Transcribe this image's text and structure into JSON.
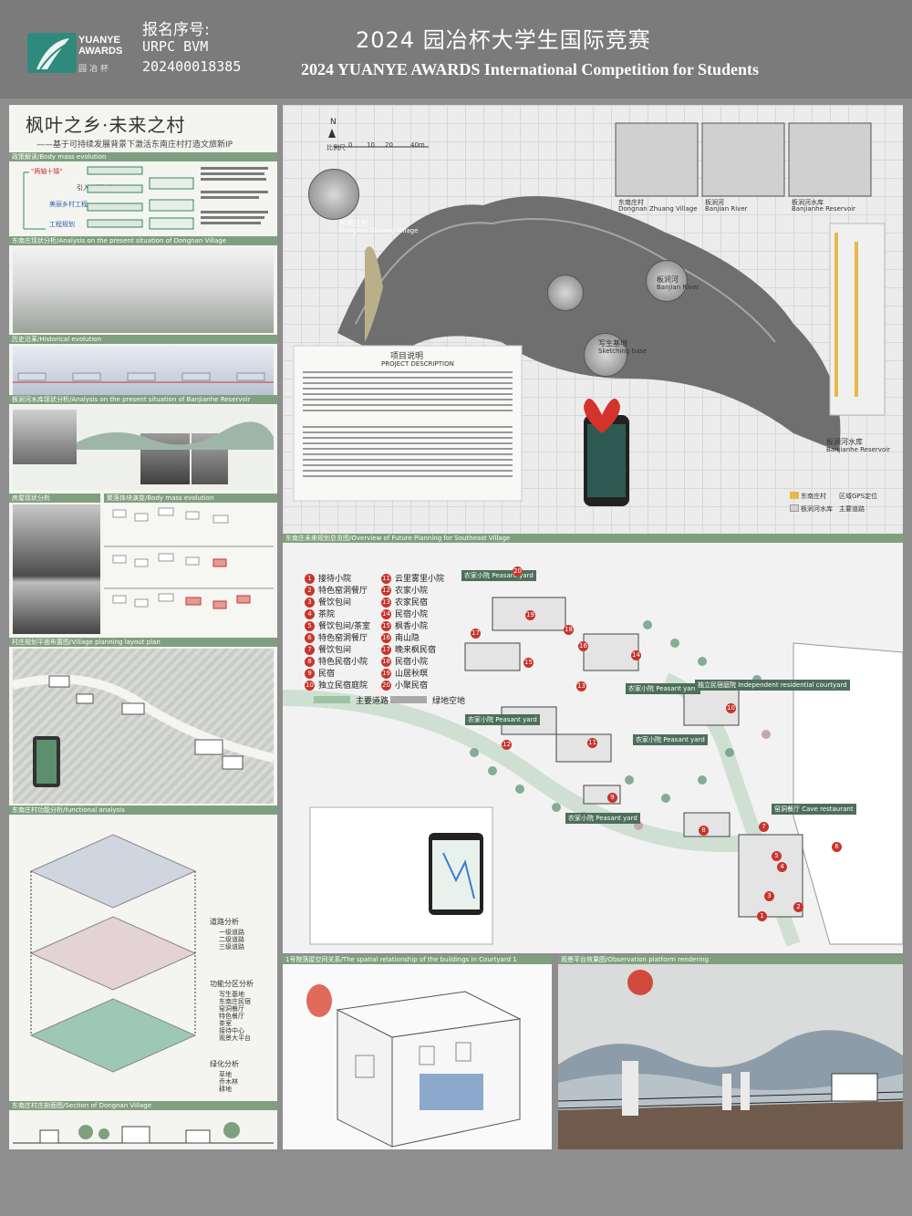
{
  "header": {
    "logo_en": "YUANYE AWARDS",
    "logo_cn": "园冶杯",
    "reg_label": "报名序号:",
    "reg_code": "URPC BVM",
    "reg_num": "202400018385",
    "title_cn": "2024 园冶杯大学生国际竞赛",
    "title_en": "2024 YUANYE AWARDS International Competition for  Students"
  },
  "left": {
    "main_title": "枫叶之乡·未来之村",
    "subtitle": "——基于可持续发展背景下激活东南庄村打造文旅新IP",
    "sections": {
      "policy": "政策解读/Body mass evolution",
      "present": "东南庄现状分析/Analysis on the present situation of Dongnan Village",
      "history": "历史沿革/Historical evolution",
      "reservoir": "板涧河水库现状分析/Analysis on the present situation of Banjianhe Reservoir",
      "house": "房屋现状分析",
      "mass": "聚落体块演变/Body mass evolution",
      "layout": "村庄规划平面布置图/Village planning layout plan",
      "function": "东南庄村功能分析/functional analysis",
      "section": "东南庄村庄剖面图/Section of Dongnan Village"
    },
    "policy_labels": [
      "\"两轴十镇\"",
      "引入乡村振兴",
      "美丽乡村工程",
      "工程规划"
    ],
    "road_analysis": {
      "title": "道路分析",
      "items": [
        "一级道路",
        "二级道路",
        "三级道路"
      ]
    },
    "zone_analysis": {
      "title": "功能分区分析",
      "items": [
        "写生基地",
        "东南庄民宿",
        "窑洞餐厅",
        "特色餐厅",
        "茶室",
        "接待中心",
        "观景大平台"
      ]
    },
    "green_analysis": {
      "title": "绿化分析",
      "items": [
        "草地",
        "乔木林",
        "耕地"
      ]
    }
  },
  "map": {
    "scale_label": "比例尺",
    "scale_ticks": [
      "0",
      "10",
      "20",
      "40m"
    ],
    "north": "N",
    "places": [
      {
        "cn": "东南庄村",
        "en": "Dongnan Zhuang Village"
      },
      {
        "cn": "板涧河",
        "en": "Banjian River"
      },
      {
        "cn": "写生基地",
        "en": "Sketching base"
      },
      {
        "cn": "板涧河水库",
        "en": "Banjianhe Reservoir"
      }
    ],
    "photo_captions": [
      {
        "cn": "东南庄村",
        "en": "Dongnan Zhuang Village"
      },
      {
        "cn": "板涧河",
        "en": "Banjian River"
      },
      {
        "cn": "板涧河水库",
        "en": "Banjianhe Reservoir"
      }
    ],
    "project_title_cn": "项目说明",
    "project_title_en": "PROJECT DESCRIPTION",
    "legend": [
      "东南庄村",
      "区域GPS定位",
      "板涧河水库",
      "主要道路"
    ],
    "legend_colors": {
      "village": "#e5b94a",
      "gps": "#333333",
      "reservoir": "#cfd3d6",
      "road": "#ffffff"
    }
  },
  "plan": {
    "bar_title": "东南庄未来规划总览图/Overview of Future Planning for Southeast Village",
    "legend_left": [
      "接待小院",
      "特色窑洞餐厅",
      "餐饮包间",
      "茶院",
      "餐饮包间/茶室",
      "特色窑洞餐厅",
      "餐饮包间",
      "特色民宿小院",
      "民宿",
      "独立民宿庭院"
    ],
    "legend_right": [
      "云里雾里小院",
      "农家小院",
      "农家民宿",
      "民宿小院",
      "枫香小院",
      "南山隐",
      "晚来枫民宿",
      "民宿小院",
      "山居秋暝",
      "小聚民宿"
    ],
    "road_main": "主要道路",
    "road_green": "绿地空地",
    "tags": [
      {
        "cn": "农家小院",
        "en": "Peasant yard"
      },
      {
        "cn": "农家小院",
        "en": "Peasant yard"
      },
      {
        "cn": "农家小院",
        "en": "Peasant yard"
      },
      {
        "cn": "农家小院",
        "en": "Peasant yard"
      },
      {
        "cn": "农家小院",
        "en": "Peasant yard"
      },
      {
        "cn": "独立民宿庭院",
        "en": "Independent residential courtyard"
      },
      {
        "cn": "窑洞餐厅",
        "en": "Cave restaurant"
      }
    ]
  },
  "bottom_left": {
    "title": "1号院落屋空间关系/The spatial relationship of the buildings in Courtyard 1"
  },
  "bottom_right": {
    "title": "观景平台效果图/Observation platform rendering"
  }
}
